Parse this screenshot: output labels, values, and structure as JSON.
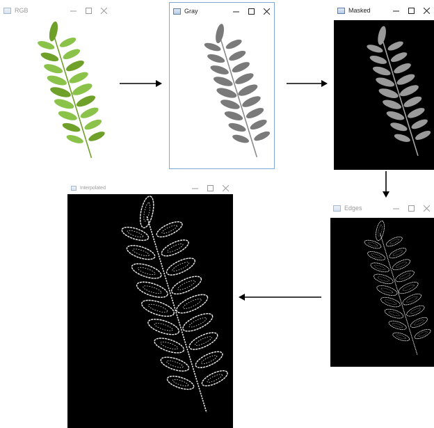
{
  "windows": {
    "rgb": {
      "title": "RGB"
    },
    "gray": {
      "title": "Gray"
    },
    "masked": {
      "title": "Masked"
    },
    "edges": {
      "title": "Edges"
    },
    "interpolated": {
      "title": "Interpolated"
    }
  },
  "controls": {
    "minimize": "–",
    "maximize": "☐",
    "close": "✕"
  },
  "colors": {
    "leaf_green": "#8bc34a",
    "leaf_green_dark": "#6ea02a",
    "gray_leaf": "#7a7a7a",
    "masked_leaf": "#9a9a9a",
    "edge_line": "#e8e8e8",
    "canvas_black": "#000000",
    "arrow": "#000000"
  },
  "icons": [
    "app-icon",
    "minimize-icon",
    "maximize-icon",
    "close-icon",
    "arrow-right-icon",
    "arrow-down-icon",
    "arrow-left-icon"
  ]
}
